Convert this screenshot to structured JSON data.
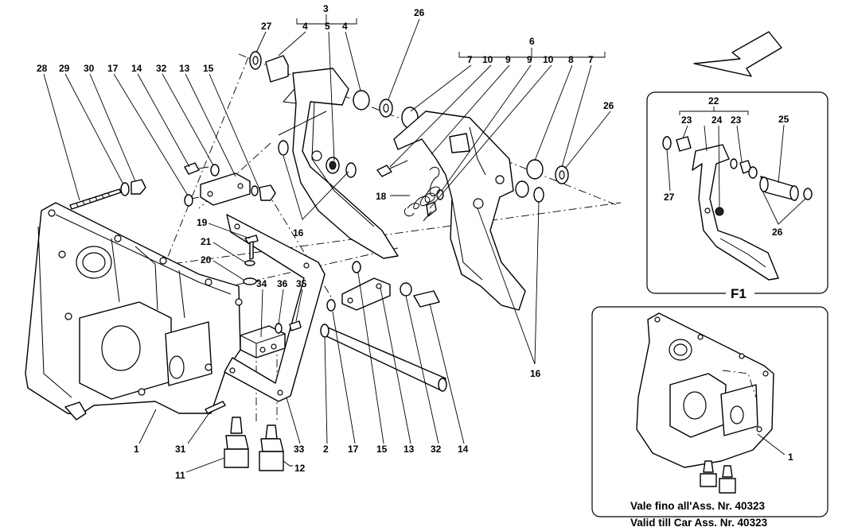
{
  "callouts": [
    {
      "id": "c3",
      "text": "3"
    },
    {
      "id": "c26a",
      "text": "26"
    },
    {
      "id": "c6",
      "text": "6"
    },
    {
      "id": "c27a",
      "text": "27"
    },
    {
      "id": "c4a",
      "text": "4"
    },
    {
      "id": "c5",
      "text": "5"
    },
    {
      "id": "c4b",
      "text": "4"
    },
    {
      "id": "c28",
      "text": "28"
    },
    {
      "id": "c29",
      "text": "29"
    },
    {
      "id": "c30",
      "text": "30"
    },
    {
      "id": "c17a",
      "text": "17"
    },
    {
      "id": "c14a",
      "text": "14"
    },
    {
      "id": "c32a",
      "text": "32"
    },
    {
      "id": "c13a",
      "text": "13"
    },
    {
      "id": "c15a",
      "text": "15"
    },
    {
      "id": "c7a",
      "text": "7"
    },
    {
      "id": "c10a",
      "text": "10"
    },
    {
      "id": "c9a",
      "text": "9"
    },
    {
      "id": "c9b",
      "text": "9"
    },
    {
      "id": "c10b",
      "text": "10"
    },
    {
      "id": "c8",
      "text": "8"
    },
    {
      "id": "c7b",
      "text": "7"
    },
    {
      "id": "c26b",
      "text": "26"
    },
    {
      "id": "c18",
      "text": "18"
    },
    {
      "id": "c16a",
      "text": "16"
    },
    {
      "id": "c19",
      "text": "19"
    },
    {
      "id": "c21",
      "text": "21"
    },
    {
      "id": "c20",
      "text": "20"
    },
    {
      "id": "c34",
      "text": "34"
    },
    {
      "id": "c36",
      "text": "36"
    },
    {
      "id": "c35",
      "text": "35"
    },
    {
      "id": "c16b",
      "text": "16"
    },
    {
      "id": "c1a",
      "text": "1"
    },
    {
      "id": "c31",
      "text": "31"
    },
    {
      "id": "c11",
      "text": "11"
    },
    {
      "id": "c12",
      "text": "12"
    },
    {
      "id": "c33",
      "text": "33"
    },
    {
      "id": "c2",
      "text": "2"
    },
    {
      "id": "c17b",
      "text": "17"
    },
    {
      "id": "c15b",
      "text": "15"
    },
    {
      "id": "c13b",
      "text": "13"
    },
    {
      "id": "c32b",
      "text": "32"
    },
    {
      "id": "c14b",
      "text": "14"
    },
    {
      "id": "c22",
      "text": "22"
    },
    {
      "id": "c23a",
      "text": "23"
    },
    {
      "id": "c24",
      "text": "24"
    },
    {
      "id": "c23b",
      "text": "23"
    },
    {
      "id": "c25",
      "text": "25"
    },
    {
      "id": "c27b",
      "text": "27"
    },
    {
      "id": "c26c",
      "text": "26"
    },
    {
      "id": "c1b",
      "text": "1"
    }
  ],
  "inset_f1": {
    "title": "F1"
  },
  "inset_validity": {
    "line1": "Vale fino all'Ass. Nr. 40323",
    "line2": "Valid till Car Ass. Nr. 40323"
  }
}
